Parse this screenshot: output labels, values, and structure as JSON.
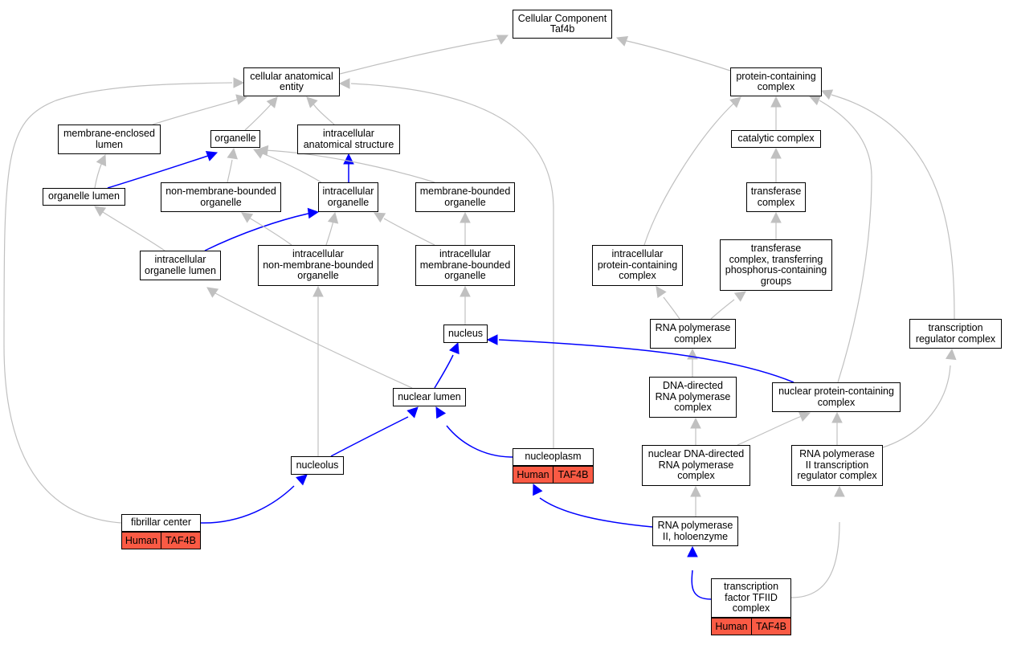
{
  "graph": {
    "nodes": {
      "root": "Cellular Component\nTaf4b",
      "cae": "cellular anatomical\nentity",
      "pcc": "protein-containing\ncomplex",
      "mel": "membrane-enclosed\nlumen",
      "org": "organelle",
      "ias": "intracellular\nanatomical structure",
      "cat": "catalytic complex",
      "orgl": "organelle lumen",
      "nmbo": "non-membrane-bounded\norganelle",
      "io": "intracellular\norganelle",
      "mbo": "membrane-bounded\norganelle",
      "trf": "transferase\ncomplex",
      "iol": "intracellular\norganelle lumen",
      "inmbo": "intracellular\nnon-membrane-bounded\norganelle",
      "imbo": "intracellular\nmembrane-bounded\norganelle",
      "ipcc": "intracellular\nprotein-containing\ncomplex",
      "tcp": "transferase\ncomplex, transferring\nphosphorus-containing\ngroups",
      "nuc": "nucleus",
      "rnap": "RNA polymerase\ncomplex",
      "trc": "transcription\nregulator complex",
      "ddrp": "DNA-directed\nRNA polymerase\ncomplex",
      "nl": "nuclear lumen",
      "npcc": "nuclear protein-containing\ncomplex",
      "nucleolus": "nucleolus",
      "npl": "nucleoplasm",
      "nddrp": "nuclear DNA-directed\nRNA polymerase\ncomplex",
      "rp2trc": "RNA polymerase\nII transcription\nregulator complex",
      "fc": "fibrillar center",
      "holo": "RNA polymerase\nII, holoenzyme",
      "tfiid": "transcription\nfactor TFIID\ncomplex"
    },
    "annotations": {
      "npl": {
        "species": "Human",
        "gene": "TAF4B"
      },
      "fc": {
        "species": "Human",
        "gene": "TAF4B"
      },
      "tfiid": {
        "species": "Human",
        "gene": "TAF4B"
      }
    },
    "edges": [
      {
        "from": "cae",
        "to": "root",
        "kind": "is_a"
      },
      {
        "from": "pcc",
        "to": "root",
        "kind": "is_a"
      },
      {
        "from": "mel",
        "to": "cae",
        "kind": "is_a"
      },
      {
        "from": "org",
        "to": "cae",
        "kind": "is_a"
      },
      {
        "from": "ias",
        "to": "cae",
        "kind": "is_a"
      },
      {
        "from": "fc",
        "to": "cae",
        "kind": "is_a"
      },
      {
        "from": "npl",
        "to": "cae",
        "kind": "is_a"
      },
      {
        "from": "orgl",
        "to": "mel",
        "kind": "is_a"
      },
      {
        "from": "orgl",
        "to": "org",
        "kind": "part_of"
      },
      {
        "from": "nmbo",
        "to": "org",
        "kind": "is_a"
      },
      {
        "from": "io",
        "to": "org",
        "kind": "is_a"
      },
      {
        "from": "io",
        "to": "ias",
        "kind": "part_of"
      },
      {
        "from": "mbo",
        "to": "org",
        "kind": "is_a"
      },
      {
        "from": "iol",
        "to": "orgl",
        "kind": "is_a"
      },
      {
        "from": "iol",
        "to": "io",
        "kind": "part_of"
      },
      {
        "from": "inmbo",
        "to": "nmbo",
        "kind": "is_a"
      },
      {
        "from": "inmbo",
        "to": "io",
        "kind": "is_a"
      },
      {
        "from": "imbo",
        "to": "io",
        "kind": "is_a"
      },
      {
        "from": "imbo",
        "to": "mbo",
        "kind": "is_a"
      },
      {
        "from": "nuc",
        "to": "imbo",
        "kind": "is_a"
      },
      {
        "from": "nl",
        "to": "iol",
        "kind": "is_a"
      },
      {
        "from": "nl",
        "to": "nuc",
        "kind": "part_of"
      },
      {
        "from": "nucleolus",
        "to": "inmbo",
        "kind": "is_a"
      },
      {
        "from": "nucleolus",
        "to": "nl",
        "kind": "part_of"
      },
      {
        "from": "npl",
        "to": "nl",
        "kind": "part_of"
      },
      {
        "from": "fc",
        "to": "nucleolus",
        "kind": "part_of"
      },
      {
        "from": "cat",
        "to": "pcc",
        "kind": "is_a"
      },
      {
        "from": "trf",
        "to": "cat",
        "kind": "is_a"
      },
      {
        "from": "tcp",
        "to": "trf",
        "kind": "is_a"
      },
      {
        "from": "ipcc",
        "to": "pcc",
        "kind": "is_a"
      },
      {
        "from": "rnap",
        "to": "ipcc",
        "kind": "is_a"
      },
      {
        "from": "rnap",
        "to": "tcp",
        "kind": "is_a"
      },
      {
        "from": "ddrp",
        "to": "rnap",
        "kind": "is_a"
      },
      {
        "from": "trc",
        "to": "pcc",
        "kind": "is_a"
      },
      {
        "from": "npcc",
        "to": "pcc",
        "kind": "is_a"
      },
      {
        "from": "npcc",
        "to": "nuc",
        "kind": "part_of"
      },
      {
        "from": "nddrp",
        "to": "ddrp",
        "kind": "is_a"
      },
      {
        "from": "nddrp",
        "to": "npcc",
        "kind": "is_a"
      },
      {
        "from": "rp2trc",
        "to": "npcc",
        "kind": "is_a"
      },
      {
        "from": "rp2trc",
        "to": "trc",
        "kind": "is_a"
      },
      {
        "from": "holo",
        "to": "nddrp",
        "kind": "is_a"
      },
      {
        "from": "holo",
        "to": "npl",
        "kind": "part_of"
      },
      {
        "from": "tfiid",
        "to": "holo",
        "kind": "part_of"
      },
      {
        "from": "tfiid",
        "to": "rp2trc",
        "kind": "is_a"
      }
    ],
    "colors": {
      "is_a": "#c0c0c0",
      "part_of": "#0000ff",
      "annotation_fill": "#fa5a44"
    }
  }
}
